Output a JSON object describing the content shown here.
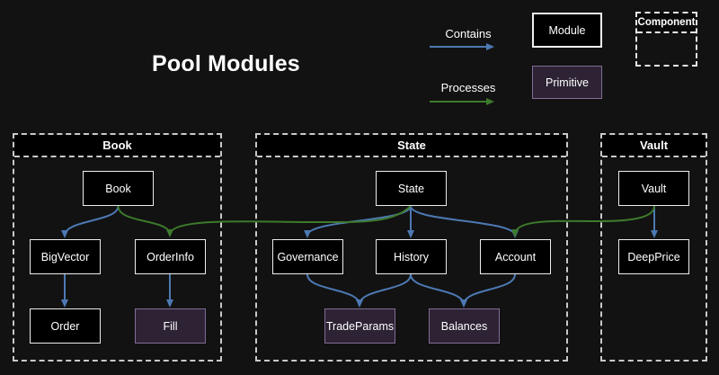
{
  "title": "Pool Modules",
  "legend": {
    "contains": "Contains",
    "processes": "Processes",
    "module": "Module",
    "primitive": "Primitive",
    "component": "Component"
  },
  "containers": {
    "book": {
      "title": "Book"
    },
    "state": {
      "title": "State"
    },
    "vault": {
      "title": "Vault"
    }
  },
  "nodes": {
    "book": {
      "label": "Book",
      "type": "module"
    },
    "bigvector": {
      "label": "BigVector",
      "type": "module"
    },
    "orderinfo": {
      "label": "OrderInfo",
      "type": "module"
    },
    "order": {
      "label": "Order",
      "type": "module"
    },
    "fill": {
      "label": "Fill",
      "type": "primitive"
    },
    "state": {
      "label": "State",
      "type": "module"
    },
    "governance": {
      "label": "Governance",
      "type": "module"
    },
    "history": {
      "label": "History",
      "type": "module"
    },
    "account": {
      "label": "Account",
      "type": "module"
    },
    "tradeparams": {
      "label": "TradeParams",
      "type": "primitive"
    },
    "balances": {
      "label": "Balances",
      "type": "primitive"
    },
    "vault": {
      "label": "Vault",
      "type": "module"
    },
    "deepprice": {
      "label": "DeepPrice",
      "type": "module"
    }
  },
  "edges": [
    {
      "from": "Book",
      "to": "BigVector",
      "type": "contains"
    },
    {
      "from": "Book",
      "to": "OrderInfo",
      "type": "processes"
    },
    {
      "from": "State",
      "to": "OrderInfo",
      "type": "processes"
    },
    {
      "from": "BigVector",
      "to": "Order",
      "type": "contains"
    },
    {
      "from": "OrderInfo",
      "to": "Fill",
      "type": "contains"
    },
    {
      "from": "State",
      "to": "Governance",
      "type": "contains"
    },
    {
      "from": "State",
      "to": "History",
      "type": "contains"
    },
    {
      "from": "State",
      "to": "Account",
      "type": "contains"
    },
    {
      "from": "Governance",
      "to": "TradeParams",
      "type": "contains"
    },
    {
      "from": "History",
      "to": "TradeParams",
      "type": "contains"
    },
    {
      "from": "History",
      "to": "Balances",
      "type": "contains"
    },
    {
      "from": "Account",
      "to": "Balances",
      "type": "contains"
    },
    {
      "from": "Vault",
      "to": "DeepPrice",
      "type": "contains"
    },
    {
      "from": "Vault",
      "to": "Account",
      "type": "processes"
    }
  ],
  "colors": {
    "background": "#121212",
    "module_fill": "#000000",
    "module_border": "#ededed",
    "primitive_fill": "#2d2334",
    "primitive_border": "#816d96",
    "contains_arrow": "#4d79b3",
    "processes_arrow": "#3d7a2c",
    "container_border": "#c9c9c9",
    "text": "#ffffff"
  }
}
